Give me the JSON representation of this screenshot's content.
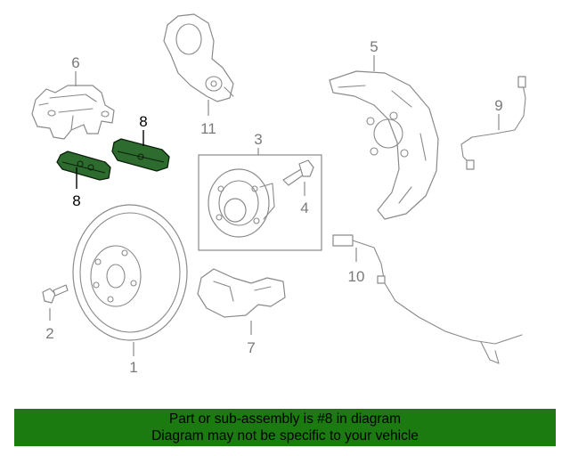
{
  "callouts": {
    "c1": "1",
    "c2": "2",
    "c3": "3",
    "c4": "4",
    "c5": "5",
    "c6": "6",
    "c7": "7",
    "c8_top": "8",
    "c8_bottom": "8",
    "c9": "9",
    "c10": "10",
    "c11": "11"
  },
  "banner": {
    "line1": "Part or sub-assembly is #8 in diagram",
    "line2": "Diagram may not be specific to your vehicle"
  },
  "colors": {
    "highlight_fill": "#2e6b2e",
    "banner_bg": "#1b7a10",
    "line_gray": "#8a8a8a"
  }
}
